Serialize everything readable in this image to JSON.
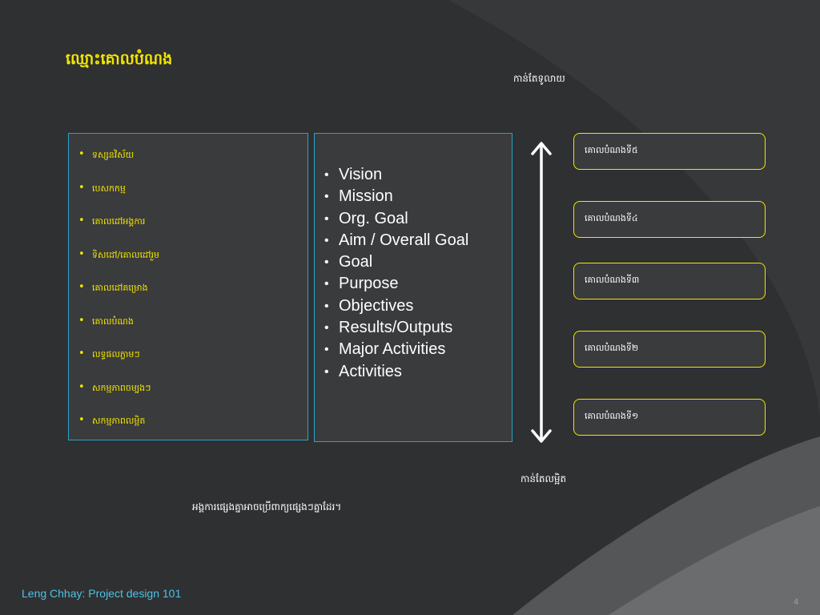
{
  "slide": {
    "title": "ឈ្មោះគោលបំណង",
    "top_label": "កាន់តែទូលាយ",
    "bottom_label": "កាន់តែលម្អិត",
    "khmer_terms": [
      "ទស្សនវិស័យ",
      "បេសកកម្ម",
      "គោលដៅអង្គការ",
      "ទិសដៅ/គោលដៅរួម",
      "គោលដៅគម្រោង",
      "គោលបំណង",
      "លទ្ធផលភ្លាមៗ",
      "សកម្មភាពចម្បងៗ",
      "សកម្មភាពលម្អិត"
    ],
    "english_terms": [
      "Vision",
      "Mission",
      "Org. Goal",
      "Aim / Overall Goal",
      "Goal",
      "Purpose",
      "Objectives",
      "Results/Outputs",
      "Major Activities",
      "Activities"
    ],
    "goal_levels": [
      "គោលបំណងទី៥",
      "គោលបំណងទី៤",
      "គោលបំណងទី៣",
      "គោលបំណងទី២",
      "គោលបំណងទី១"
    ],
    "note": "អង្គការផ្សេងគ្នាអាចប្រើពាក្យផ្សេងៗគ្នាដែរ។",
    "footer": "Leng Chhay: Project design 101",
    "page_number": "4"
  },
  "colors": {
    "background": "#2f3031",
    "title": "#f2e600",
    "box_border": "#2aa3c9",
    "goal_border": "#f2e600",
    "footer": "#4cc3e6"
  }
}
